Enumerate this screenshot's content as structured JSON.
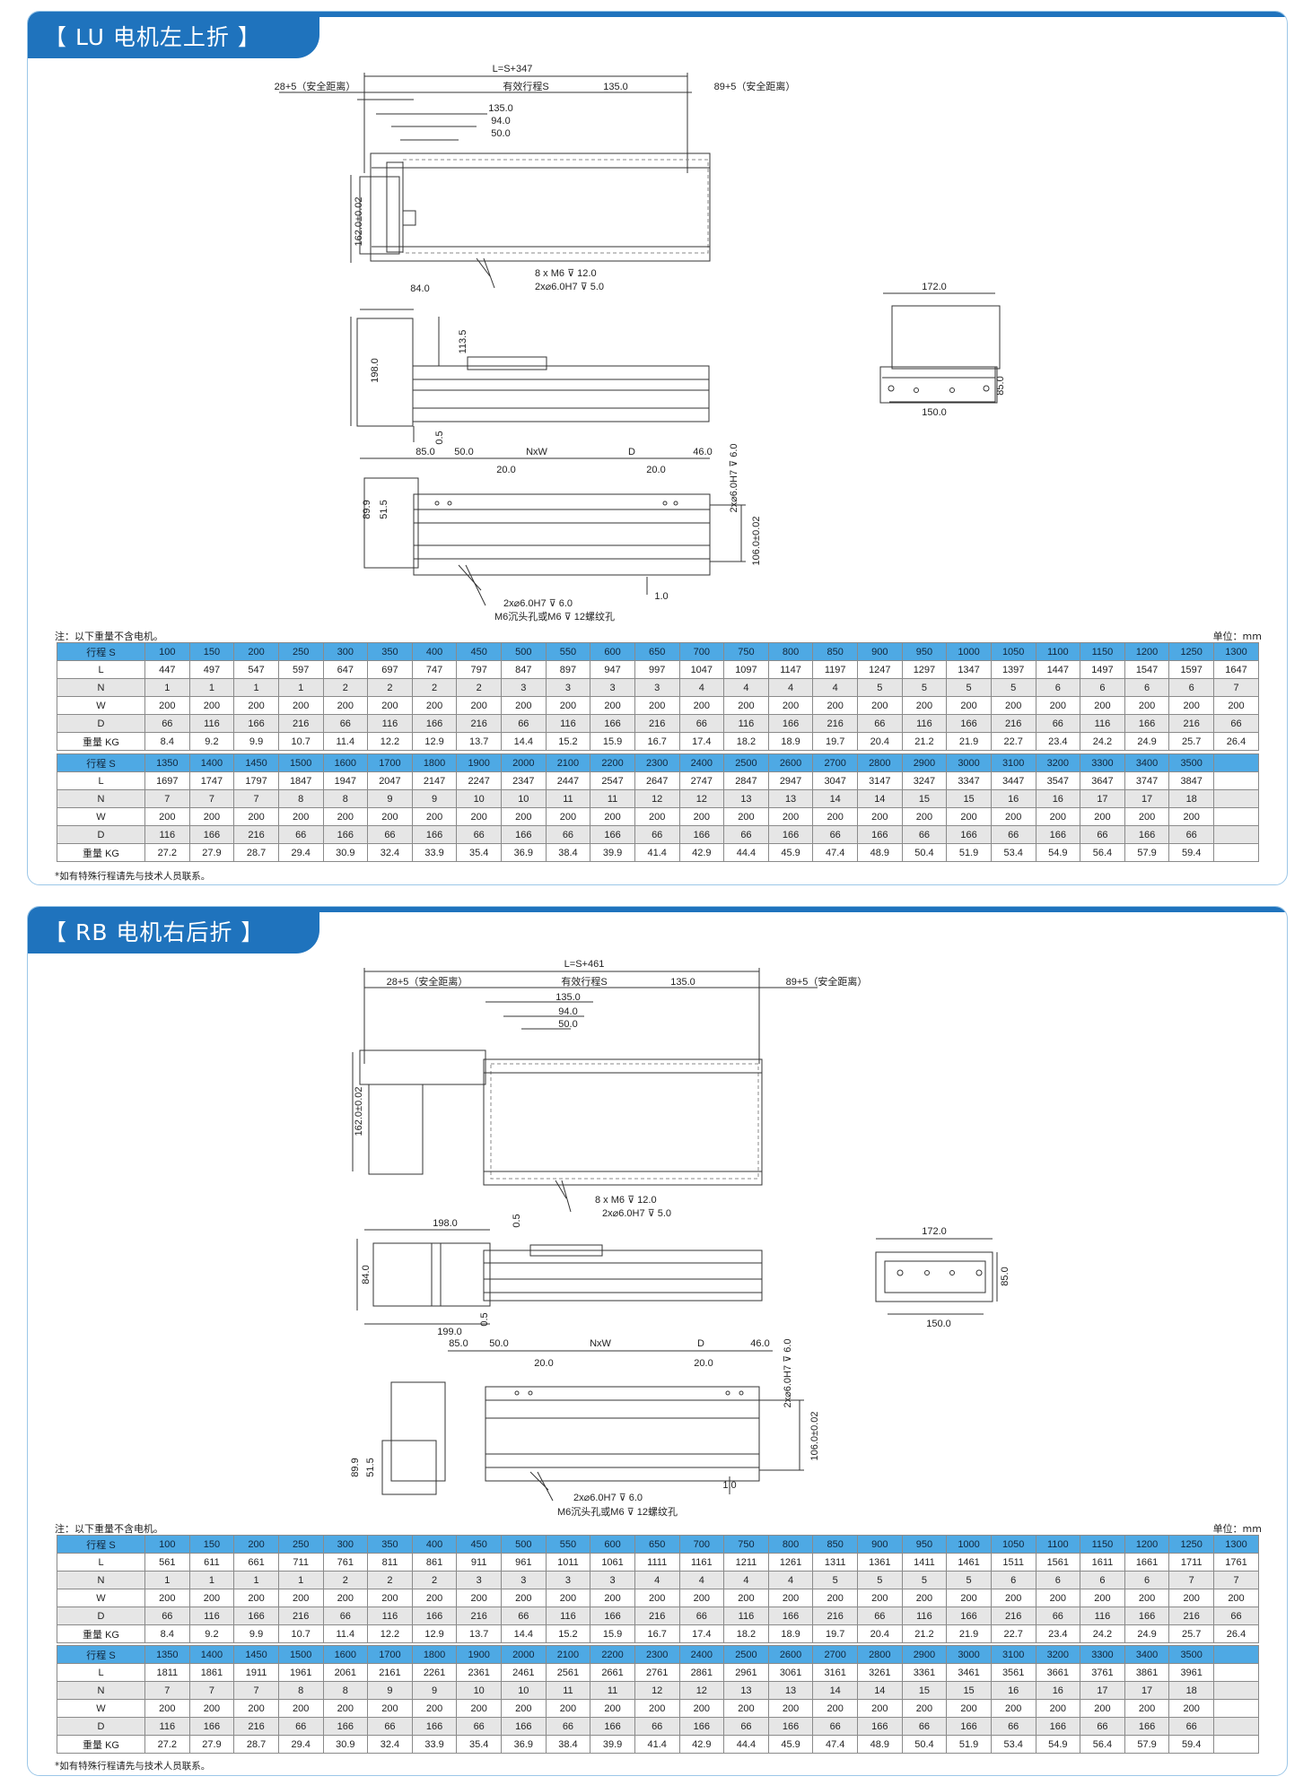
{
  "sections": [
    {
      "title": "【 LU 电机左上折 】",
      "dims": {
        "L": "L=S+347",
        "safe_left": "28+5（安全距离）",
        "stroke": "有效行程S",
        "d135a": "135.0",
        "safe_right": "89+5（安全距离）",
        "d135b": "135.0",
        "d94": "94.0",
        "d50": "50.0",
        "h162": "162.0±0.02",
        "m6": "8 x  M6 ⊽ 12.0",
        "pin": "2x⌀6.0H7 ⊽ 5.0",
        "d84": "84.0",
        "d198": "198.0",
        "d113": "113.5",
        "d05": "0.5",
        "d172": "172.0",
        "d85": "85.0",
        "d150": "150.0",
        "b85": "85.0",
        "b50": "50.0",
        "nxw": "NxW",
        "dd": "D",
        "b46": "46.0",
        "b20a": "20.0",
        "b20b": "20.0",
        "pin6": "2x⌀6.0H7 ⊽ 6.0",
        "b899": "89.9",
        "b515": "51.5",
        "b106": "106.0±0.02",
        "b10": "1.0",
        "pin6b": "2x⌀6.0H7 ⊽ 6.0",
        "m6b": "M6沉头孔或M6 ⊽ 12螺纹孔"
      },
      "note": "注：以下重量不含电机。",
      "unit": "单位：mm",
      "footnote": "*如有特殊行程请先与技术人员联系。",
      "table1": [
        [
          "行程 S",
          "100",
          "150",
          "200",
          "250",
          "300",
          "350",
          "400",
          "450",
          "500",
          "550",
          "600",
          "650",
          "700",
          "750",
          "800",
          "850",
          "900",
          "950",
          "1000",
          "1050",
          "1100",
          "1150",
          "1200",
          "1250",
          "1300"
        ],
        [
          "L",
          "447",
          "497",
          "547",
          "597",
          "647",
          "697",
          "747",
          "797",
          "847",
          "897",
          "947",
          "997",
          "1047",
          "1097",
          "1147",
          "1197",
          "1247",
          "1297",
          "1347",
          "1397",
          "1447",
          "1497",
          "1547",
          "1597",
          "1647"
        ],
        [
          "N",
          "1",
          "1",
          "1",
          "1",
          "2",
          "2",
          "2",
          "2",
          "3",
          "3",
          "3",
          "3",
          "4",
          "4",
          "4",
          "4",
          "5",
          "5",
          "5",
          "5",
          "6",
          "6",
          "6",
          "6",
          "7"
        ],
        [
          "W",
          "200",
          "200",
          "200",
          "200",
          "200",
          "200",
          "200",
          "200",
          "200",
          "200",
          "200",
          "200",
          "200",
          "200",
          "200",
          "200",
          "200",
          "200",
          "200",
          "200",
          "200",
          "200",
          "200",
          "200",
          "200"
        ],
        [
          "D",
          "66",
          "116",
          "166",
          "216",
          "66",
          "116",
          "166",
          "216",
          "66",
          "116",
          "166",
          "216",
          "66",
          "116",
          "166",
          "216",
          "66",
          "116",
          "166",
          "216",
          "66",
          "116",
          "166",
          "216",
          "66"
        ],
        [
          "重量 KG",
          "8.4",
          "9.2",
          "9.9",
          "10.7",
          "11.4",
          "12.2",
          "12.9",
          "13.7",
          "14.4",
          "15.2",
          "15.9",
          "16.7",
          "17.4",
          "18.2",
          "18.9",
          "19.7",
          "20.4",
          "21.2",
          "21.9",
          "22.7",
          "23.4",
          "24.2",
          "24.9",
          "25.7",
          "26.4"
        ]
      ],
      "table2": [
        [
          "行程 S",
          "1350",
          "1400",
          "1450",
          "1500",
          "1600",
          "1700",
          "1800",
          "1900",
          "2000",
          "2100",
          "2200",
          "2300",
          "2400",
          "2500",
          "2600",
          "2700",
          "2800",
          "2900",
          "3000",
          "3100",
          "3200",
          "3300",
          "3400",
          "3500",
          ""
        ],
        [
          "L",
          "1697",
          "1747",
          "1797",
          "1847",
          "1947",
          "2047",
          "2147",
          "2247",
          "2347",
          "2447",
          "2547",
          "2647",
          "2747",
          "2847",
          "2947",
          "3047",
          "3147",
          "3247",
          "3347",
          "3447",
          "3547",
          "3647",
          "3747",
          "3847",
          ""
        ],
        [
          "N",
          "7",
          "7",
          "7",
          "8",
          "8",
          "9",
          "9",
          "10",
          "10",
          "11",
          "11",
          "12",
          "12",
          "13",
          "13",
          "14",
          "14",
          "15",
          "15",
          "16",
          "16",
          "17",
          "17",
          "18",
          ""
        ],
        [
          "W",
          "200",
          "200",
          "200",
          "200",
          "200",
          "200",
          "200",
          "200",
          "200",
          "200",
          "200",
          "200",
          "200",
          "200",
          "200",
          "200",
          "200",
          "200",
          "200",
          "200",
          "200",
          "200",
          "200",
          "200",
          ""
        ],
        [
          "D",
          "116",
          "166",
          "216",
          "66",
          "166",
          "66",
          "166",
          "66",
          "166",
          "66",
          "166",
          "66",
          "166",
          "66",
          "166",
          "66",
          "166",
          "66",
          "166",
          "66",
          "166",
          "66",
          "166",
          "66",
          ""
        ],
        [
          "重量 KG",
          "27.2",
          "27.9",
          "28.7",
          "29.4",
          "30.9",
          "32.4",
          "33.9",
          "35.4",
          "36.9",
          "38.4",
          "39.9",
          "41.4",
          "42.9",
          "44.4",
          "45.9",
          "47.4",
          "48.9",
          "50.4",
          "51.9",
          "53.4",
          "54.9",
          "56.4",
          "57.9",
          "59.4",
          ""
        ]
      ]
    },
    {
      "title": "【 RB 电机右后折 】",
      "dims": {
        "L": "L=S+461",
        "safe_left": "28+5（安全距离）",
        "stroke": "有效行程S",
        "d135a": "135.0",
        "safe_right": "89+5（安全距离）",
        "d135b": "135.0",
        "d94": "94.0",
        "d50": "50.0",
        "h162": "162.0±0.02",
        "m6": "8 x  M6 ⊽ 12.0",
        "pin": "2x⌀6.0H7 ⊽ 5.0",
        "d198": "198.0",
        "d05a": "0.5",
        "d84": "84.0",
        "d199": "199.0",
        "d05b": "0.5",
        "d172": "172.0",
        "d85": "85.0",
        "d150": "150.0",
        "b85": "85.0",
        "b50": "50.0",
        "nxw": "NxW",
        "dd": "D",
        "b46": "46.0",
        "b20a": "20.0",
        "b20b": "20.0",
        "pin6": "2x⌀6.0H7 ⊽ 6.0",
        "b899": "89.9",
        "b515": "51.5",
        "b106": "106.0±0.02",
        "b10": "1.0",
        "pin6b": "2x⌀6.0H7 ⊽ 6.0",
        "m6b": "M6沉头孔或M6 ⊽ 12螺纹孔"
      },
      "note": "注：以下重量不含电机。",
      "unit": "单位：mm",
      "footnote": "*如有特殊行程请先与技术人员联系。",
      "table1": [
        [
          "行程 S",
          "100",
          "150",
          "200",
          "250",
          "300",
          "350",
          "400",
          "450",
          "500",
          "550",
          "600",
          "650",
          "700",
          "750",
          "800",
          "850",
          "900",
          "950",
          "1000",
          "1050",
          "1100",
          "1150",
          "1200",
          "1250",
          "1300"
        ],
        [
          "L",
          "561",
          "611",
          "661",
          "711",
          "761",
          "811",
          "861",
          "911",
          "961",
          "1011",
          "1061",
          "1111",
          "1161",
          "1211",
          "1261",
          "1311",
          "1361",
          "1411",
          "1461",
          "1511",
          "1561",
          "1611",
          "1661",
          "1711",
          "1761"
        ],
        [
          "N",
          "1",
          "1",
          "1",
          "1",
          "2",
          "2",
          "2",
          "3",
          "3",
          "3",
          "3",
          "4",
          "4",
          "4",
          "4",
          "5",
          "5",
          "5",
          "5",
          "6",
          "6",
          "6",
          "6",
          "7",
          "7"
        ],
        [
          "W",
          "200",
          "200",
          "200",
          "200",
          "200",
          "200",
          "200",
          "200",
          "200",
          "200",
          "200",
          "200",
          "200",
          "200",
          "200",
          "200",
          "200",
          "200",
          "200",
          "200",
          "200",
          "200",
          "200",
          "200",
          "200"
        ],
        [
          "D",
          "66",
          "116",
          "166",
          "216",
          "66",
          "116",
          "166",
          "216",
          "66",
          "116",
          "166",
          "216",
          "66",
          "116",
          "166",
          "216",
          "66",
          "116",
          "166",
          "216",
          "66",
          "116",
          "166",
          "216",
          "66"
        ],
        [
          "重量 KG",
          "8.4",
          "9.2",
          "9.9",
          "10.7",
          "11.4",
          "12.2",
          "12.9",
          "13.7",
          "14.4",
          "15.2",
          "15.9",
          "16.7",
          "17.4",
          "18.2",
          "18.9",
          "19.7",
          "20.4",
          "21.2",
          "21.9",
          "22.7",
          "23.4",
          "24.2",
          "24.9",
          "25.7",
          "26.4"
        ]
      ],
      "table2": [
        [
          "行程 S",
          "1350",
          "1400",
          "1450",
          "1500",
          "1600",
          "1700",
          "1800",
          "1900",
          "2000",
          "2100",
          "2200",
          "2300",
          "2400",
          "2500",
          "2600",
          "2700",
          "2800",
          "2900",
          "3000",
          "3100",
          "3200",
          "3300",
          "3400",
          "3500",
          ""
        ],
        [
          "L",
          "1811",
          "1861",
          "1911",
          "1961",
          "2061",
          "2161",
          "2261",
          "2361",
          "2461",
          "2561",
          "2661",
          "2761",
          "2861",
          "2961",
          "3061",
          "3161",
          "3261",
          "3361",
          "3461",
          "3561",
          "3661",
          "3761",
          "3861",
          "3961",
          ""
        ],
        [
          "N",
          "7",
          "7",
          "7",
          "8",
          "8",
          "9",
          "9",
          "10",
          "10",
          "11",
          "11",
          "12",
          "12",
          "13",
          "13",
          "14",
          "14",
          "15",
          "15",
          "16",
          "16",
          "17",
          "17",
          "18",
          ""
        ],
        [
          "W",
          "200",
          "200",
          "200",
          "200",
          "200",
          "200",
          "200",
          "200",
          "200",
          "200",
          "200",
          "200",
          "200",
          "200",
          "200",
          "200",
          "200",
          "200",
          "200",
          "200",
          "200",
          "200",
          "200",
          "200",
          ""
        ],
        [
          "D",
          "116",
          "166",
          "216",
          "66",
          "166",
          "66",
          "166",
          "66",
          "166",
          "66",
          "166",
          "66",
          "166",
          "66",
          "166",
          "66",
          "166",
          "66",
          "166",
          "66",
          "166",
          "66",
          "166",
          "66",
          ""
        ],
        [
          "重量 KG",
          "27.2",
          "27.9",
          "28.7",
          "29.4",
          "30.9",
          "32.4",
          "33.9",
          "35.4",
          "36.9",
          "38.4",
          "39.9",
          "41.4",
          "42.9",
          "44.4",
          "45.9",
          "47.4",
          "48.9",
          "50.4",
          "51.9",
          "53.4",
          "54.9",
          "56.4",
          "57.9",
          "59.4",
          ""
        ]
      ]
    }
  ]
}
